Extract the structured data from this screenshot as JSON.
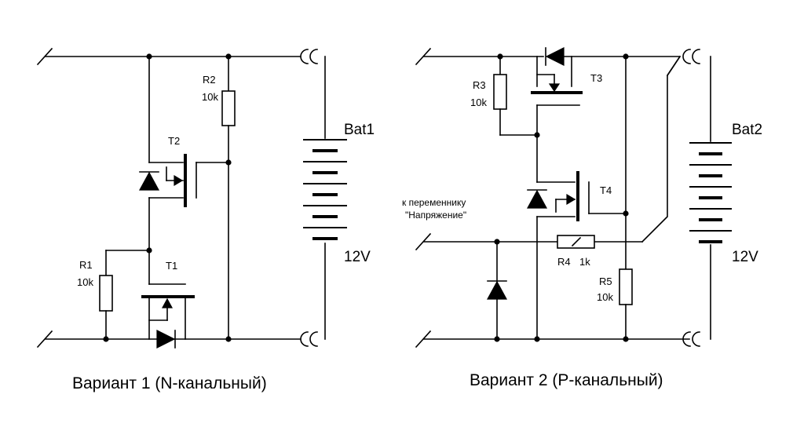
{
  "variant1": {
    "caption": "Вариант 1 (N-канальный)",
    "battery_name": "Bat1",
    "battery_voltage": "12V",
    "r1": {
      "name": "R1",
      "value": "10k"
    },
    "r2": {
      "name": "R2",
      "value": "10k"
    },
    "t1": "T1",
    "t2": "T2"
  },
  "variant2": {
    "caption": "Вариант 2 (P-канальный)",
    "battery_name": "Bat2",
    "battery_voltage": "12V",
    "r3": {
      "name": "R3",
      "value": "10k"
    },
    "r4": {
      "name": "R4",
      "value": "1k"
    },
    "r5": {
      "name": "R5",
      "value": "10k"
    },
    "t3": "T3",
    "t4": "T4",
    "switch_note_line1": "к переменнику",
    "switch_note_line2": "\"Напряжение\""
  }
}
